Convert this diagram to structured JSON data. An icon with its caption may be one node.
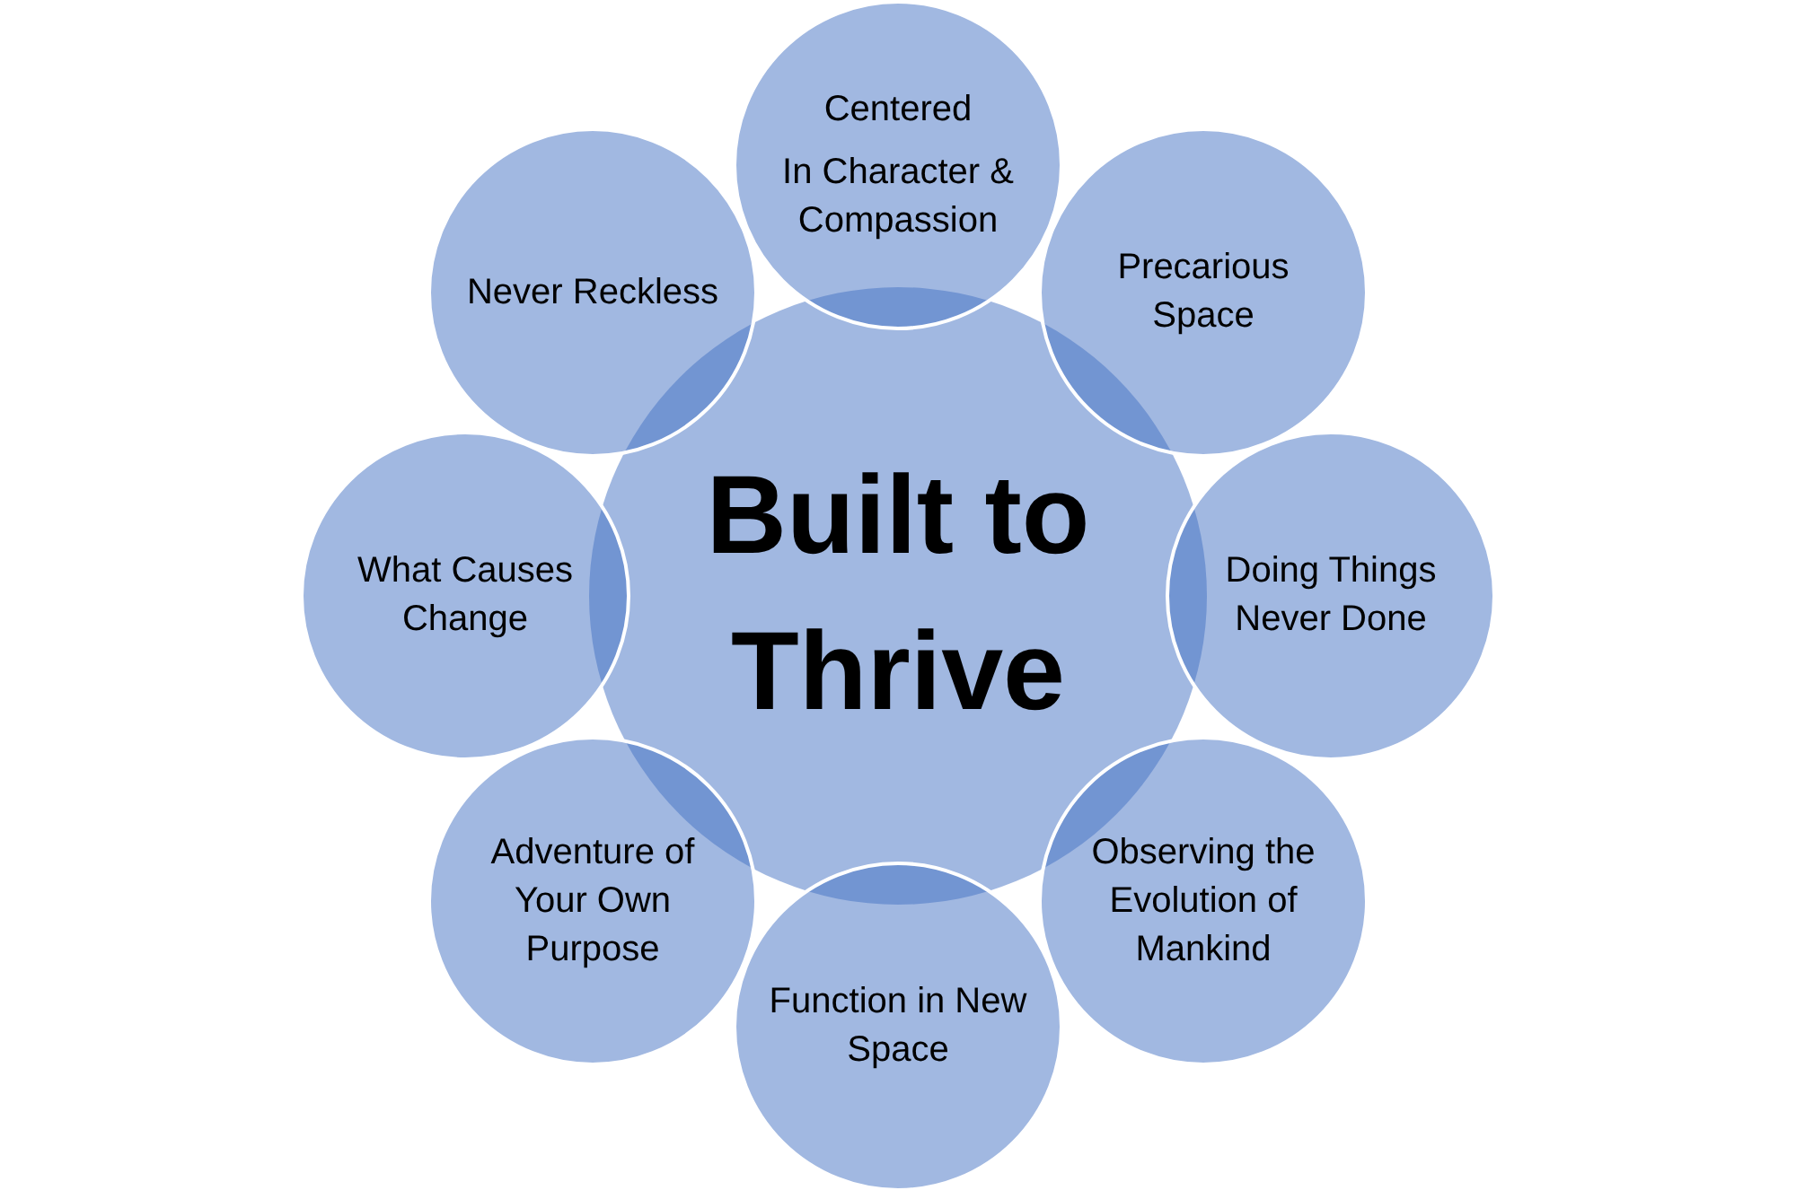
{
  "diagram": {
    "nodes": [
      {
        "text": [
          "Built to Thrive"
        ]
      },
      {
        "text": [
          "Centered",
          "In Character & Compassion"
        ]
      },
      {
        "text": [
          "Precarious Space"
        ]
      },
      {
        "text": [
          "Doing Things Never Done"
        ]
      },
      {
        "text": [
          "Observing the Evolution of Mankind"
        ]
      },
      {
        "text": [
          "Function in New Space"
        ]
      },
      {
        "text": [
          "Adventure of Your Own Purpose"
        ]
      },
      {
        "text": [
          "What Causes Change"
        ]
      },
      {
        "text": [
          "Never Reckless"
        ]
      }
    ]
  }
}
